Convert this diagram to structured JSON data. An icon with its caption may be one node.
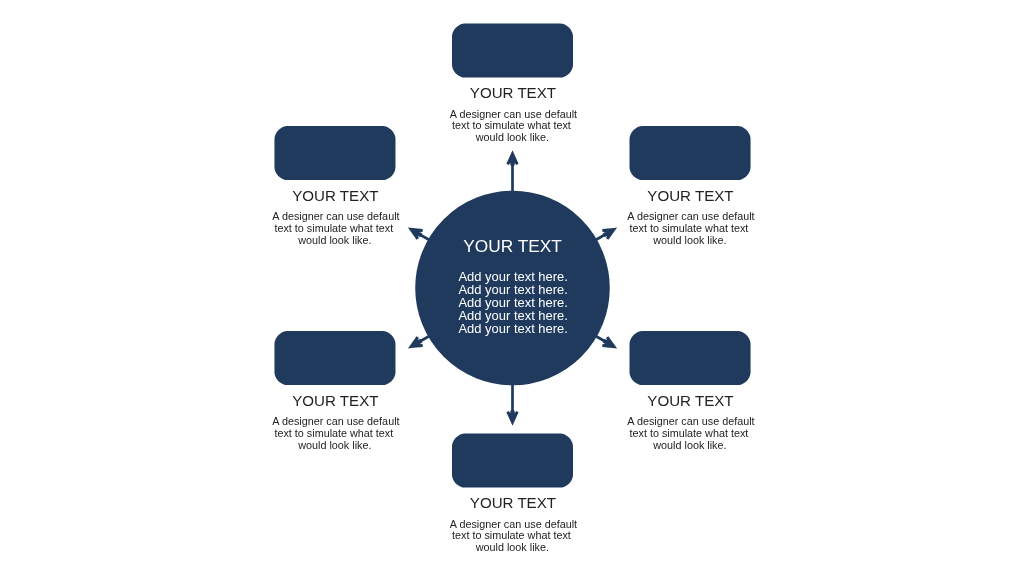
{
  "diagram": {
    "nodes": [
      {
        "text": [
          "YOUR TEXT",
          "Add your text here. Add your text here. Add your text here. Add your text here. Add your text here."
        ]
      },
      {
        "text": [
          "YOUR TEXT",
          "A designer can use default text to simulate what text would look like."
        ]
      },
      {
        "text": [
          "YOUR TEXT",
          "A designer can use default text to simulate what text would look like."
        ]
      },
      {
        "text": [
          "YOUR TEXT",
          "A designer can use default text to simulate what text would look like."
        ]
      },
      {
        "text": [
          "YOUR TEXT",
          "A designer can use default text to simulate what text would look like."
        ]
      },
      {
        "text": [
          "YOUR TEXT",
          "A designer can use default text to simulate what text would look like."
        ]
      },
      {
        "text": [
          "YOUR TEXT",
          "A designer can use default text to simulate what text would look like."
        ]
      }
    ],
    "edges": [
      {
        "from": 0,
        "to": 1,
        "arrow": "to"
      },
      {
        "from": 0,
        "to": 2,
        "arrow": "to"
      },
      {
        "from": 0,
        "to": 3,
        "arrow": "to"
      },
      {
        "from": 0,
        "to": 4,
        "arrow": "to"
      },
      {
        "from": 0,
        "to": 5,
        "arrow": "to"
      },
      {
        "from": 0,
        "to": 6,
        "arrow": "to"
      }
    ]
  }
}
